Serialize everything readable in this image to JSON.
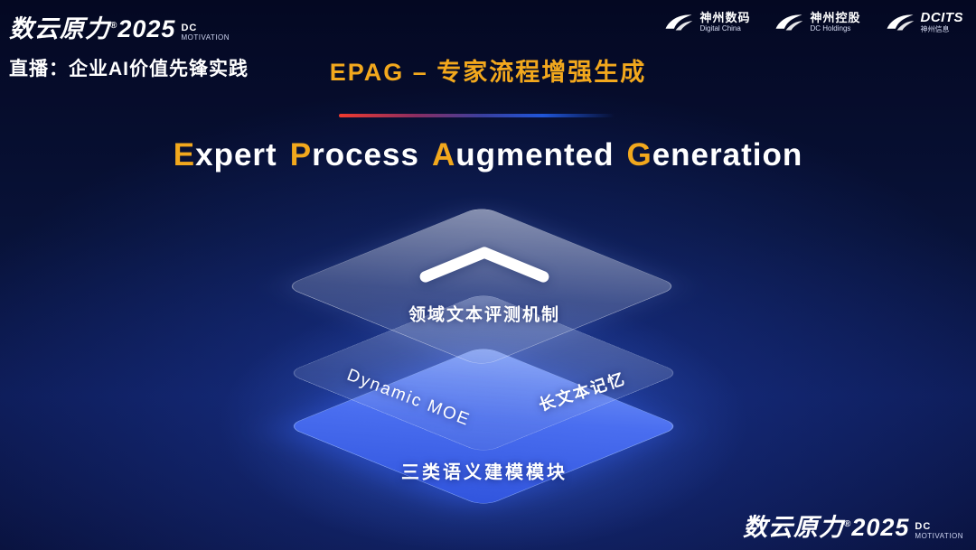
{
  "brand": {
    "name": "数云原力",
    "reg": "®",
    "year": "2025",
    "sub_line1": "DC",
    "sub_line2": "MOTIVATION"
  },
  "header": {
    "live_label": "直播：企业AI价值先锋实践",
    "page_title": "EPAG – 专家流程增强生成",
    "partner_logos": [
      {
        "line1": "神州数码",
        "line2": "Digital China"
      },
      {
        "line1": "神州控股",
        "line2": "DC Holdings"
      },
      {
        "line1": "DCITS",
        "line2": "神州信息"
      }
    ]
  },
  "main_title": {
    "words": [
      "Expert",
      "Process",
      "Augmented",
      "Generation"
    ],
    "highlight_color": "#f2a81d",
    "text_color": "#ffffff"
  },
  "diagram": {
    "top_layer_label": "领域文本评测机制",
    "middle_layer_label_left": "Dynamic MOE",
    "middle_layer_label_right": "长文本记忆",
    "bottom_layer_label": "三类语义建模模块"
  },
  "colors": {
    "background_dark": "#040822",
    "background_glow": "#1c3fae",
    "accent_gold": "#f2a81d",
    "layer_blue": "#4a6ef0",
    "divider_red": "#f03a2e",
    "divider_blue": "#1f55d8"
  }
}
